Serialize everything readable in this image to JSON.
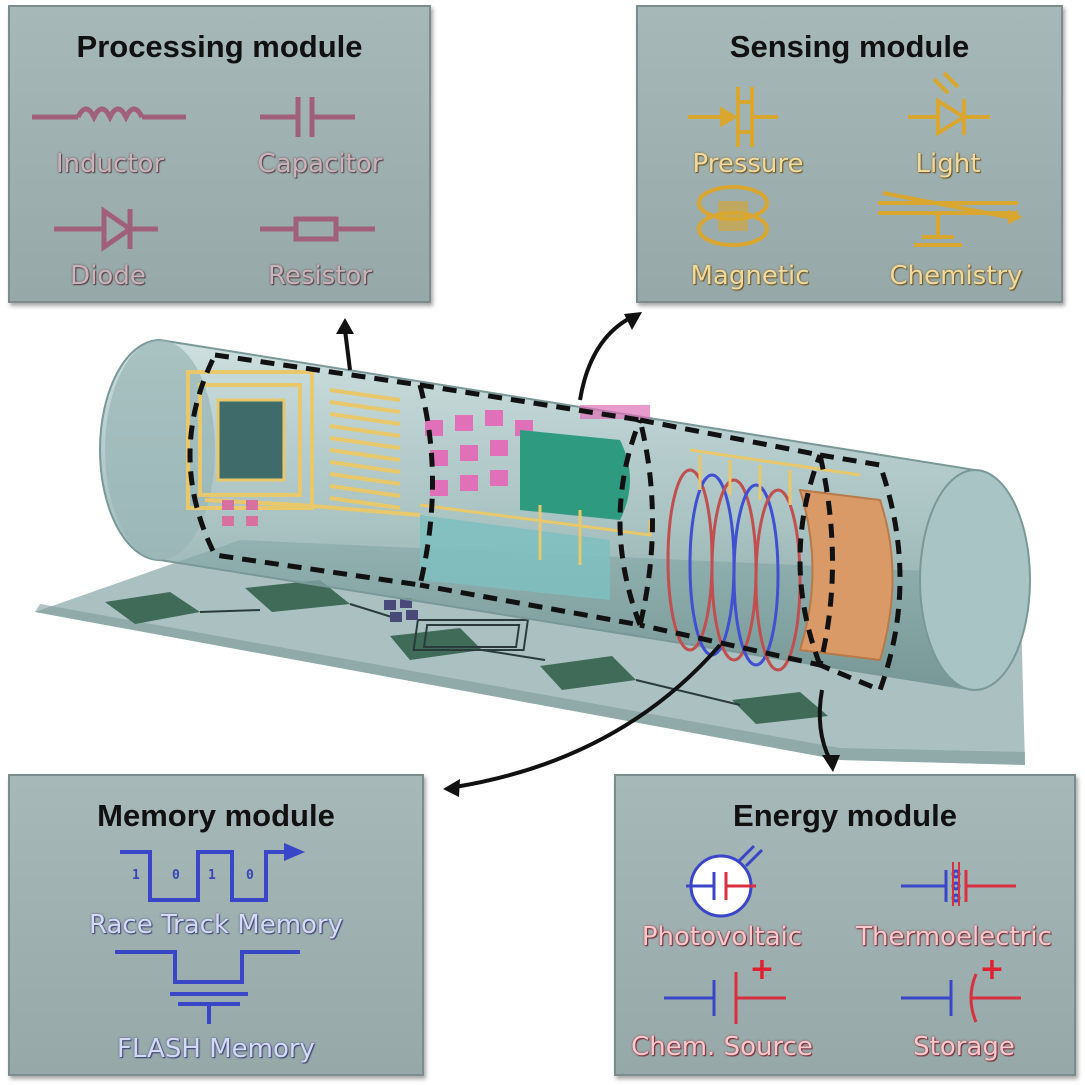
{
  "panels": {
    "processing": {
      "title": "Processing module",
      "labels": [
        "Inductor",
        "Capacitor",
        "Diode",
        "Resistor"
      ]
    },
    "sensing": {
      "title": "Sensing module",
      "labels": [
        "Pressure",
        "Light",
        "Magnetic",
        "Chemistry"
      ]
    },
    "memory": {
      "title": "Memory module",
      "labels": [
        "Race Track Memory",
        "FLASH Memory"
      ],
      "bits": [
        "1",
        "0",
        "1",
        "0"
      ]
    },
    "energy": {
      "title": "Energy module",
      "labels": [
        "Photovoltaic",
        "Thermoelectric",
        "Chem. Source",
        "Storage"
      ],
      "plus": [
        "+",
        "+"
      ]
    }
  },
  "colors": {
    "panel_bg": "#9fb0b0",
    "processing": "#a0607a",
    "sensing": "#d9a630",
    "memory": "#3a46c8",
    "energy_red": "#d83040",
    "energy_blue": "#3a46c8",
    "cylinder": "#8fb3b3",
    "dashes": "#111111"
  },
  "icons": [
    "inductor-icon",
    "capacitor-icon",
    "diode-icon",
    "resistor-icon",
    "pressure-sensor-icon",
    "light-sensor-icon",
    "magnetic-sensor-icon",
    "chemistry-sensor-icon",
    "race-track-memory-icon",
    "flash-memory-icon",
    "photovoltaic-icon",
    "thermoelectric-icon",
    "chem-source-icon",
    "storage-icon"
  ]
}
